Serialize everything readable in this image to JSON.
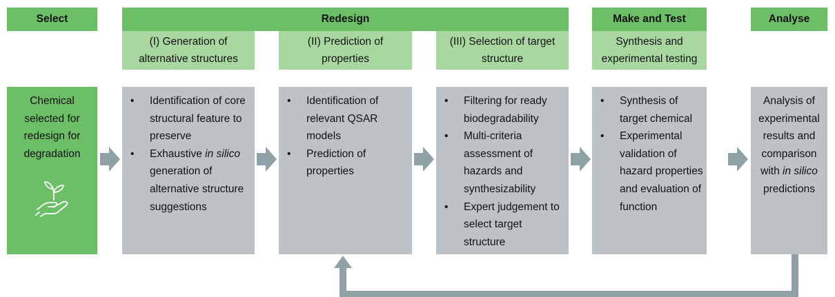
{
  "stages": {
    "select": "Select",
    "redesign": "Redesign",
    "make_test": "Make and Test",
    "analyse": "Analyse"
  },
  "substeps": {
    "gen": "(I) Generation of alternative structures",
    "pred": "(II) Prediction of properties",
    "sel": "(III) Selection of target structure",
    "synth": "Synthesis and experimental testing"
  },
  "boxes": {
    "select_text": "Chemical selected for redesign for degradation",
    "gen": [
      {
        "pre": "Identification of core structural feature to preserve",
        "em": "",
        "post": ""
      },
      {
        "pre": "Exhaustive ",
        "em": "in silico",
        "post": " generation of alternative structure suggestions"
      }
    ],
    "pred": [
      {
        "pre": "Identification of relevant QSAR models",
        "em": "",
        "post": ""
      },
      {
        "pre": "Prediction of properties",
        "em": "",
        "post": ""
      }
    ],
    "sel": [
      {
        "pre": "Filtering for ready biodegradability",
        "em": "",
        "post": ""
      },
      {
        "pre": "Multi-criteria assessment of hazards and synthesizability",
        "em": "",
        "post": ""
      },
      {
        "pre": "Expert judgement to select target structure",
        "em": "",
        "post": ""
      }
    ],
    "synth": [
      {
        "pre": "Synthesis of target chemical",
        "em": "",
        "post": ""
      },
      {
        "pre": "Experimental validation of hazard properties and evaluation of function",
        "em": "",
        "post": ""
      }
    ],
    "analyse": {
      "pre": "Analysis of experimental results and comparison with ",
      "em": "in silico",
      "post": " predictions"
    }
  },
  "icon": "plant-in-hand-icon",
  "colors": {
    "header": "#6dbf67",
    "subheader": "#a8d8a0",
    "box": "#bcc2c5",
    "arrow": "#8fa1a4"
  }
}
